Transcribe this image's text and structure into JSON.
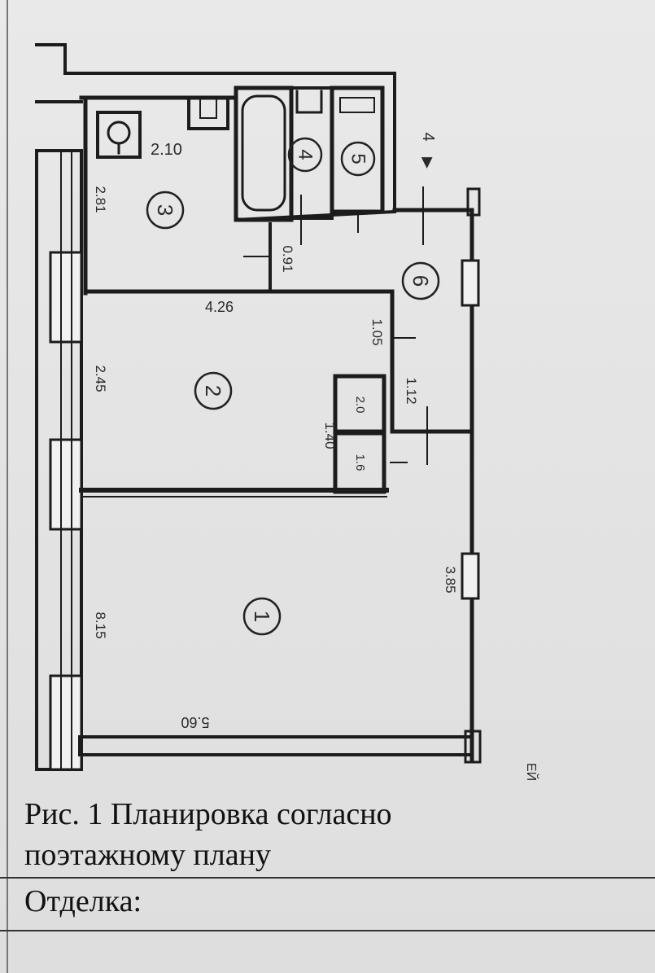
{
  "plan": {
    "rooms": [
      {
        "number": "1",
        "dims": [
          "5.60",
          "3.85",
          "8.15"
        ]
      },
      {
        "number": "2",
        "dims": [
          "4.26",
          "2.45",
          "1.40",
          "1.05"
        ]
      },
      {
        "number": "3",
        "dims": [
          "2.10",
          "2.81"
        ]
      },
      {
        "number": "4",
        "dims": []
      },
      {
        "number": "5",
        "dims": []
      },
      {
        "number": "6",
        "dims": [
          "1.12",
          "0.91"
        ]
      }
    ],
    "closets": [
      "2.0",
      "1.6"
    ],
    "section_mark": "4",
    "section_arrow": "▶",
    "side_mark": "ЕЙ"
  },
  "caption": {
    "line1": "Рис. 1 Планировка согласно",
    "line2": "поэтажному плану"
  },
  "footer": {
    "label": "Отделка:"
  }
}
